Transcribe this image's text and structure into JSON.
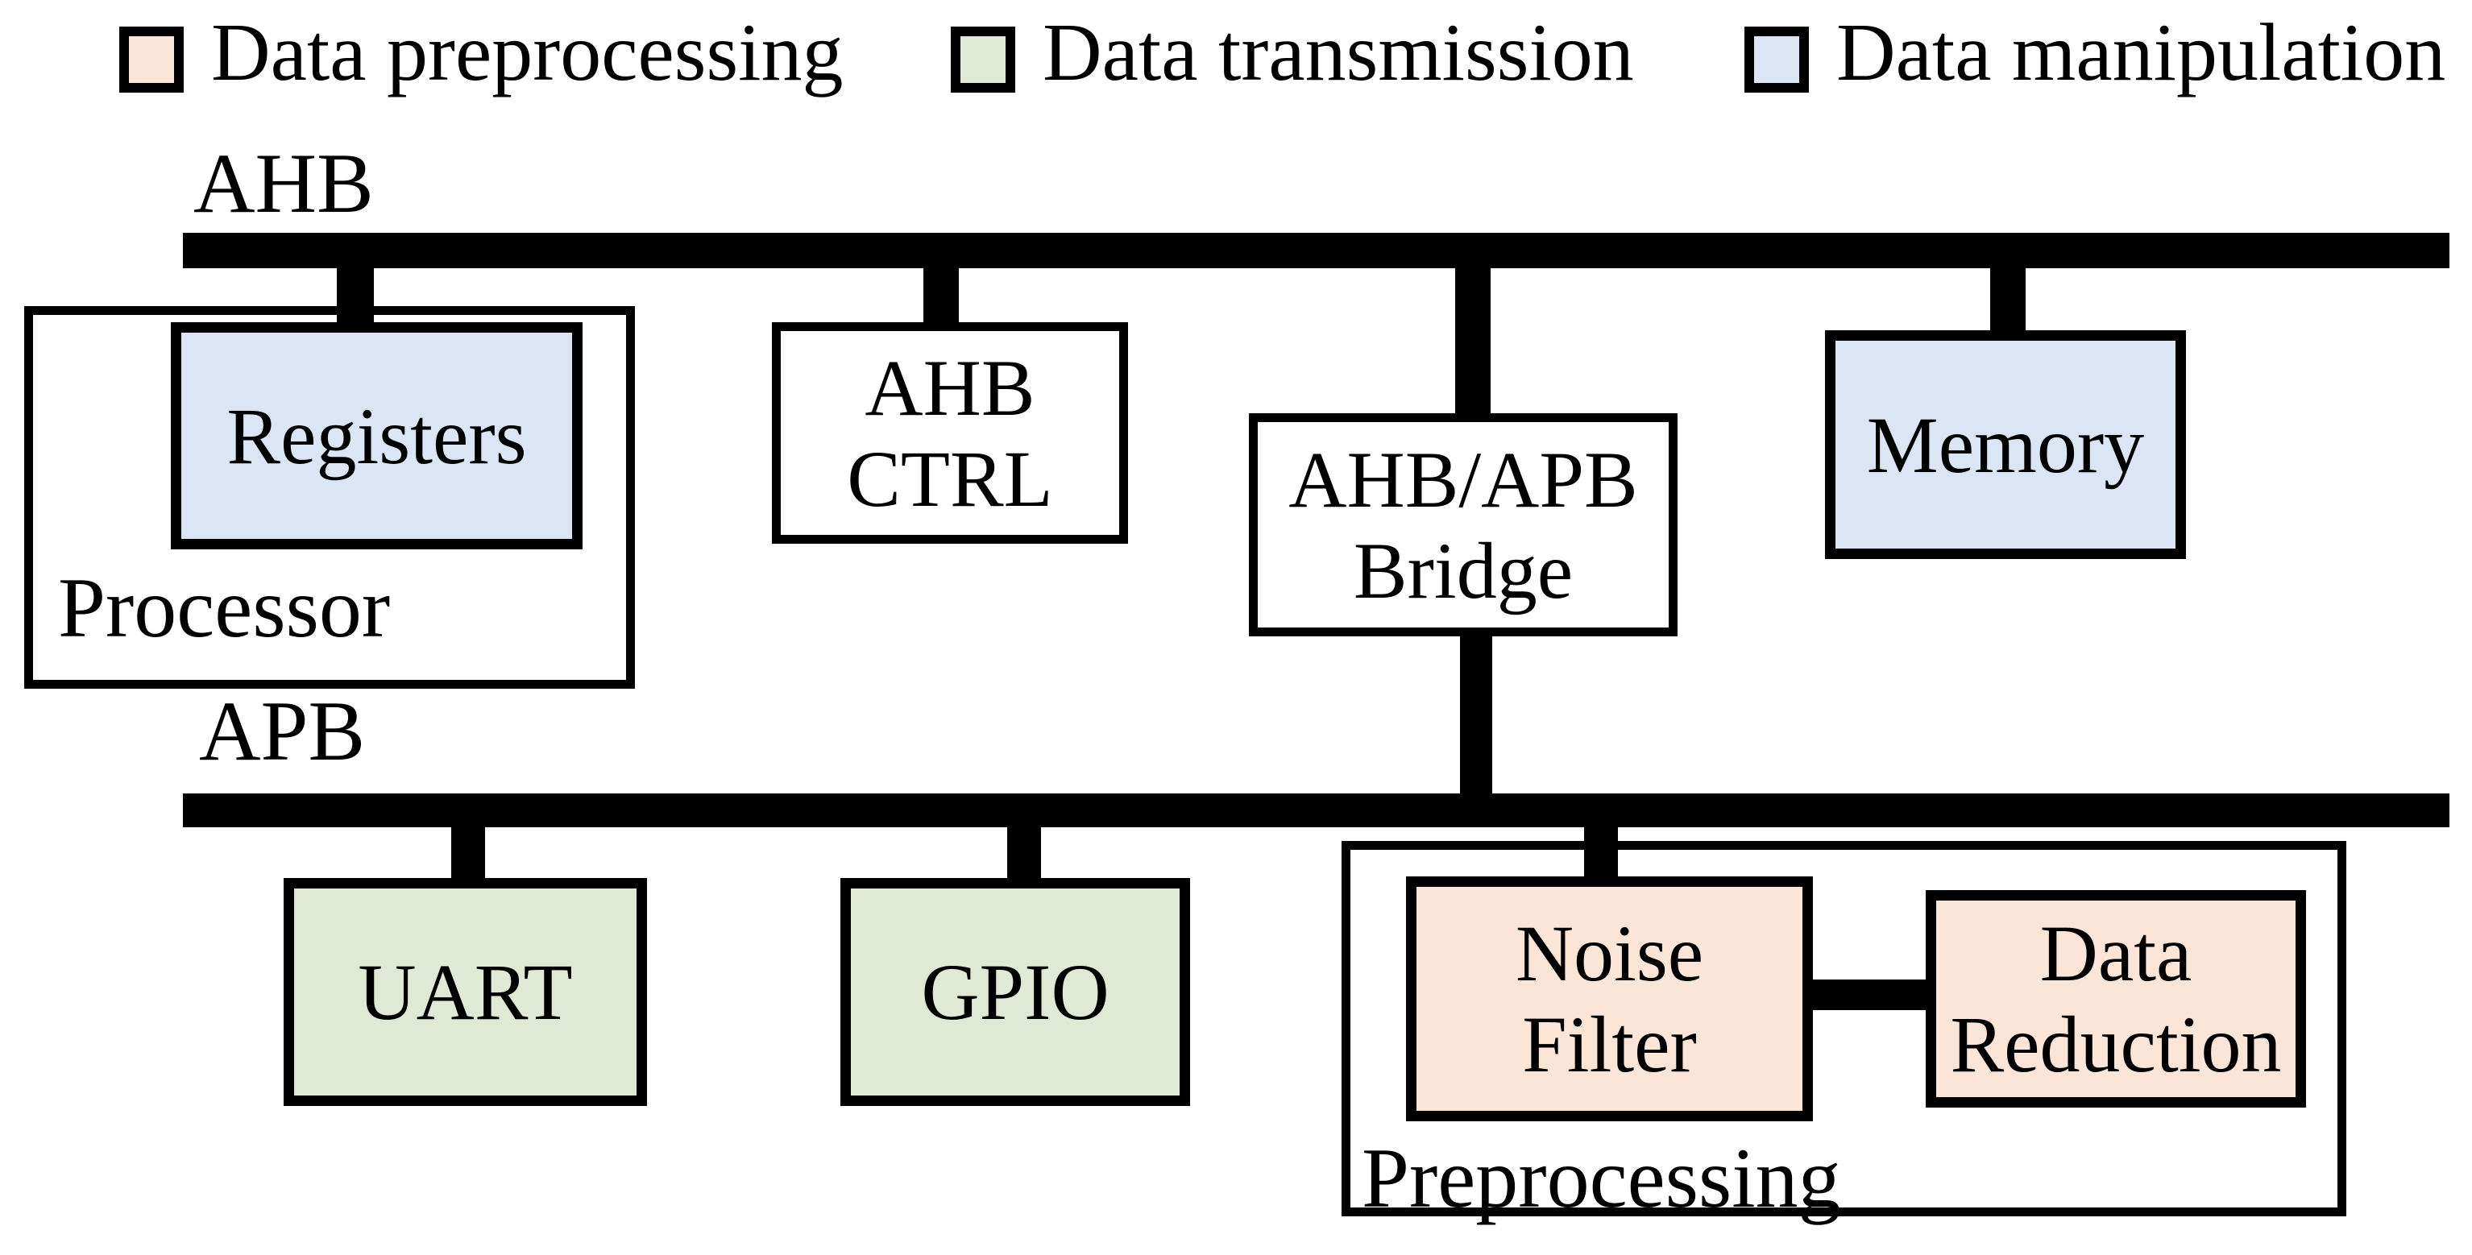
{
  "legend": {
    "items": [
      {
        "label": "Data preprocessing",
        "color": "#fbe5d6"
      },
      {
        "label": "Data transmission",
        "color": "#dfe9d5"
      },
      {
        "label": "Data manipulation",
        "color": "#dbe5f3"
      }
    ]
  },
  "buses": {
    "ahb": {
      "label": "AHB"
    },
    "apb": {
      "label": "APB"
    }
  },
  "blocks": {
    "processor": {
      "label": "Processor"
    },
    "registers": {
      "label": "Registers"
    },
    "ahb_ctrl": {
      "lines": [
        "AHB",
        "CTRL"
      ]
    },
    "bridge": {
      "lines": [
        "AHB/APB",
        "Bridge"
      ]
    },
    "memory": {
      "label": "Memory"
    },
    "uart": {
      "label": "UART"
    },
    "gpio": {
      "label": "GPIO"
    },
    "preprocessing": {
      "label": "Preprocessing"
    },
    "noise_filter": {
      "lines": [
        "Noise",
        "Filter"
      ]
    },
    "data_reduction": {
      "lines": [
        "Data",
        "Reduction"
      ]
    }
  },
  "colors": {
    "preprocessing_fill": "#fbe5d6",
    "transmission_fill": "#dfe9d5",
    "manipulation_fill": "#dbe5f3",
    "line": "#000000",
    "background": "#ffffff"
  }
}
